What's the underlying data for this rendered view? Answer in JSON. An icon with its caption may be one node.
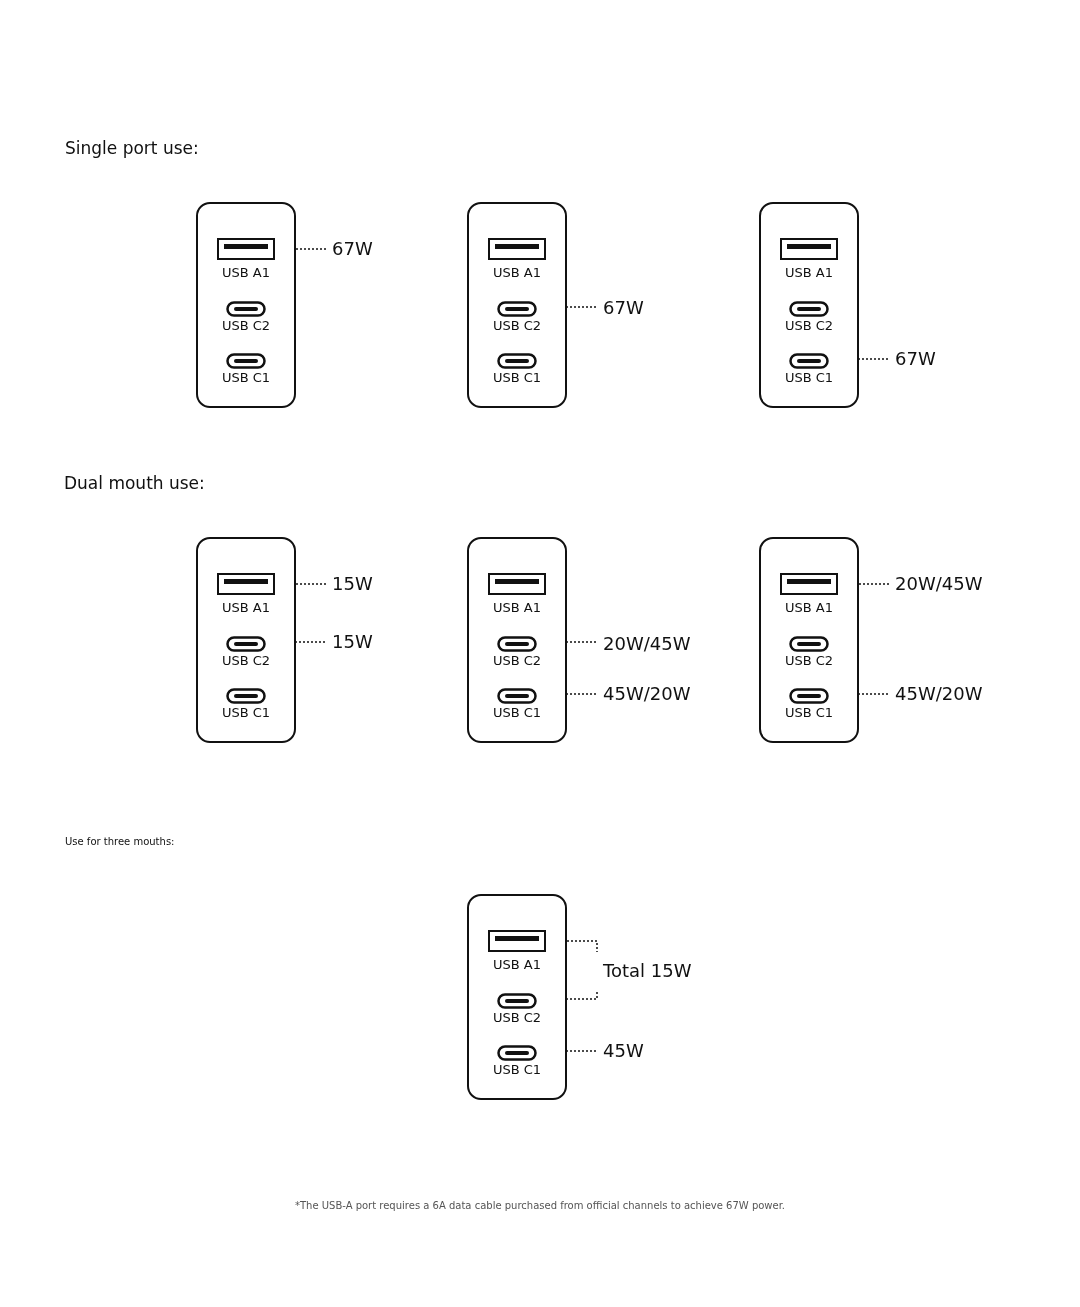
{
  "diagram": {
    "caption": "*The USB-A port requires a 6A data cable purchased from official channels to achieve 67W power.",
    "nodes": [
      {
        "text": [],
        "shape": "box"
      },
      {
        "text": [
          "USB A1"
        ],
        "in": 0
      },
      {
        "text": [
          "USB C2"
        ],
        "in": 0
      },
      {
        "text": [
          "USB C1"
        ],
        "in": 0
      },
      {
        "text": [
          "67W"
        ]
      },
      {
        "text": [],
        "shape": "box"
      },
      {
        "text": [
          "USB A1"
        ],
        "in": 5
      },
      {
        "text": [
          "USB C2"
        ],
        "in": 5
      },
      {
        "text": [
          "USB C1"
        ],
        "in": 5
      },
      {
        "text": [
          "67W"
        ]
      },
      {
        "text": [],
        "shape": "box"
      },
      {
        "text": [
          "USB A1"
        ],
        "in": 10
      },
      {
        "text": [
          "USB C2"
        ],
        "in": 10
      },
      {
        "text": [
          "USB C1"
        ],
        "in": 10
      },
      {
        "text": [
          "67W"
        ]
      },
      {
        "text": [],
        "shape": "box"
      },
      {
        "text": [
          "USB A1"
        ],
        "in": 15
      },
      {
        "text": [
          "USB C2"
        ],
        "in": 15
      },
      {
        "text": [
          "USB C1"
        ],
        "in": 15
      },
      {
        "text": [
          "15W"
        ]
      },
      {
        "text": [
          "15W"
        ]
      },
      {
        "text": [],
        "shape": "box"
      },
      {
        "text": [
          "USB A1"
        ],
        "in": 21
      },
      {
        "text": [
          "USB C2"
        ],
        "in": 21
      },
      {
        "text": [
          "USB C1"
        ],
        "in": 21
      },
      {
        "text": [
          "20W/45W"
        ]
      },
      {
        "text": [
          "45W/20W"
        ]
      },
      {
        "text": [],
        "shape": "box"
      },
      {
        "text": [
          "USB A1"
        ],
        "in": 27
      },
      {
        "text": [
          "USB C2"
        ],
        "in": 27
      },
      {
        "text": [
          "USB C1"
        ],
        "in": 27
      },
      {
        "text": [
          "20W/45W"
        ]
      },
      {
        "text": [
          "45W/20W"
        ]
      },
      {
        "text": [],
        "shape": "box"
      },
      {
        "text": [
          "USB A1"
        ],
        "in": 33
      },
      {
        "text": [
          "USB C2"
        ],
        "in": 33
      },
      {
        "text": [
          "USB C1"
        ],
        "in": 33
      },
      {
        "text": [
          "Total 15W"
        ]
      },
      {
        "text": [
          "45W"
        ]
      }
    ],
    "edges": [
      {
        "from": 1,
        "to": 4,
        "arrow": "none",
        "style": "dashed"
      },
      {
        "from": 7,
        "to": 9,
        "arrow": "none",
        "style": "dashed"
      },
      {
        "from": 13,
        "to": 14,
        "arrow": "none",
        "style": "dashed"
      },
      {
        "from": 16,
        "to": 19,
        "arrow": "none",
        "style": "dashed"
      },
      {
        "from": 17,
        "to": 20,
        "arrow": "none",
        "style": "dashed"
      },
      {
        "from": 23,
        "to": 25,
        "arrow": "none",
        "style": "dashed"
      },
      {
        "from": 24,
        "to": 26,
        "arrow": "none",
        "style": "dashed"
      },
      {
        "from": 28,
        "to": 31,
        "arrow": "none",
        "style": "dashed"
      },
      {
        "from": 30,
        "to": 32,
        "arrow": "none",
        "style": "dashed"
      },
      {
        "from": 34,
        "to": 37,
        "arrow": "none",
        "style": "dashed"
      },
      {
        "from": 35,
        "to": 37,
        "arrow": "none",
        "style": "dashed"
      },
      {
        "from": 36,
        "to": 38,
        "arrow": "none",
        "style": "dashed"
      }
    ],
    "labels": [
      "Single port use:",
      "Dual mouth use:",
      "Use for three mouths:"
    ]
  }
}
